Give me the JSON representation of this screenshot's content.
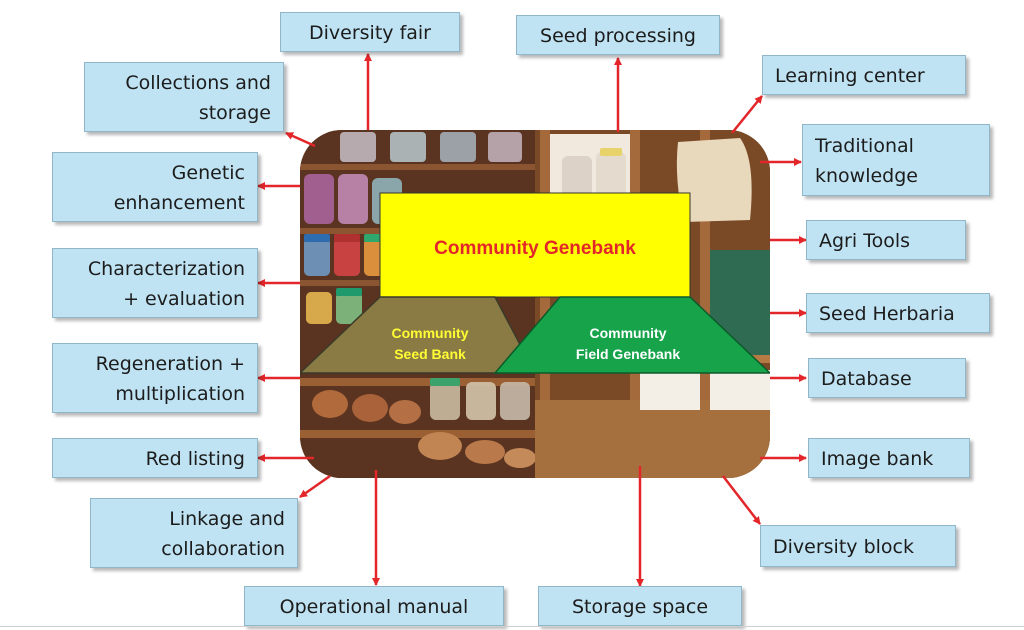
{
  "diagram": {
    "center_title": "Community Genebank",
    "seed_bank_line1": "Community",
    "seed_bank_line2": "Seed Bank",
    "field_genebank_line1": "Community",
    "field_genebank_line2": "Field Genebank",
    "top": [
      "Diversity fair",
      "Seed processing"
    ],
    "left": [
      {
        "line1": "Collections and",
        "line2": "storage"
      },
      {
        "line1": "Genetic",
        "line2": "enhancement"
      },
      {
        "line1": "Characterization",
        "line2": "+ evaluation"
      },
      {
        "line1": "Regeneration +",
        "line2": "multiplication"
      },
      {
        "line1": "Red listing"
      },
      {
        "line1": "Linkage and",
        "line2": "collaboration"
      }
    ],
    "right": [
      {
        "line1": "Learning center"
      },
      {
        "line1": "Traditional",
        "line2": "knowledge"
      },
      {
        "line1": "Agri Tools"
      },
      {
        "line1": "Seed Herbaria"
      },
      {
        "line1": "Database"
      },
      {
        "line1": "Image bank"
      },
      {
        "line1": "Diversity block"
      }
    ],
    "bottom": [
      "Operational manual",
      "Storage space"
    ]
  },
  "colors": {
    "box_fill": "#bfe3f3",
    "arrow": "#e3262a",
    "title_box": "#ffff00",
    "title_text": "#e3262a",
    "seed_bank_fill": "#8a7a44",
    "seed_bank_text": "#ffff33",
    "field_genebank_fill": "#16a34a",
    "field_genebank_text": "#ffffff"
  }
}
